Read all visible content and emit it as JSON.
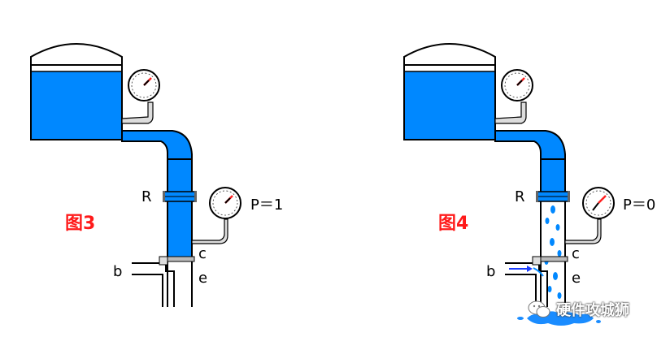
{
  "left_panel": {
    "figure_label": "图3",
    "valve_label": "R",
    "port_b_label": "b",
    "port_c_label": "c",
    "port_e_label": "e",
    "pressure_text": "P＝1"
  },
  "right_panel": {
    "figure_label": "图4",
    "valve_label": "R",
    "port_b_label": "b",
    "port_c_label": "c",
    "port_e_label": "e",
    "pressure_text": "P＝0"
  },
  "watermark": {
    "text": "硬件攻城狮"
  },
  "colors": {
    "water": "#0088ff",
    "outline": "#000000",
    "figure_label": "#ff1a1a",
    "gauge_needle": "#ff2020",
    "arrow": "#1a3cff"
  }
}
